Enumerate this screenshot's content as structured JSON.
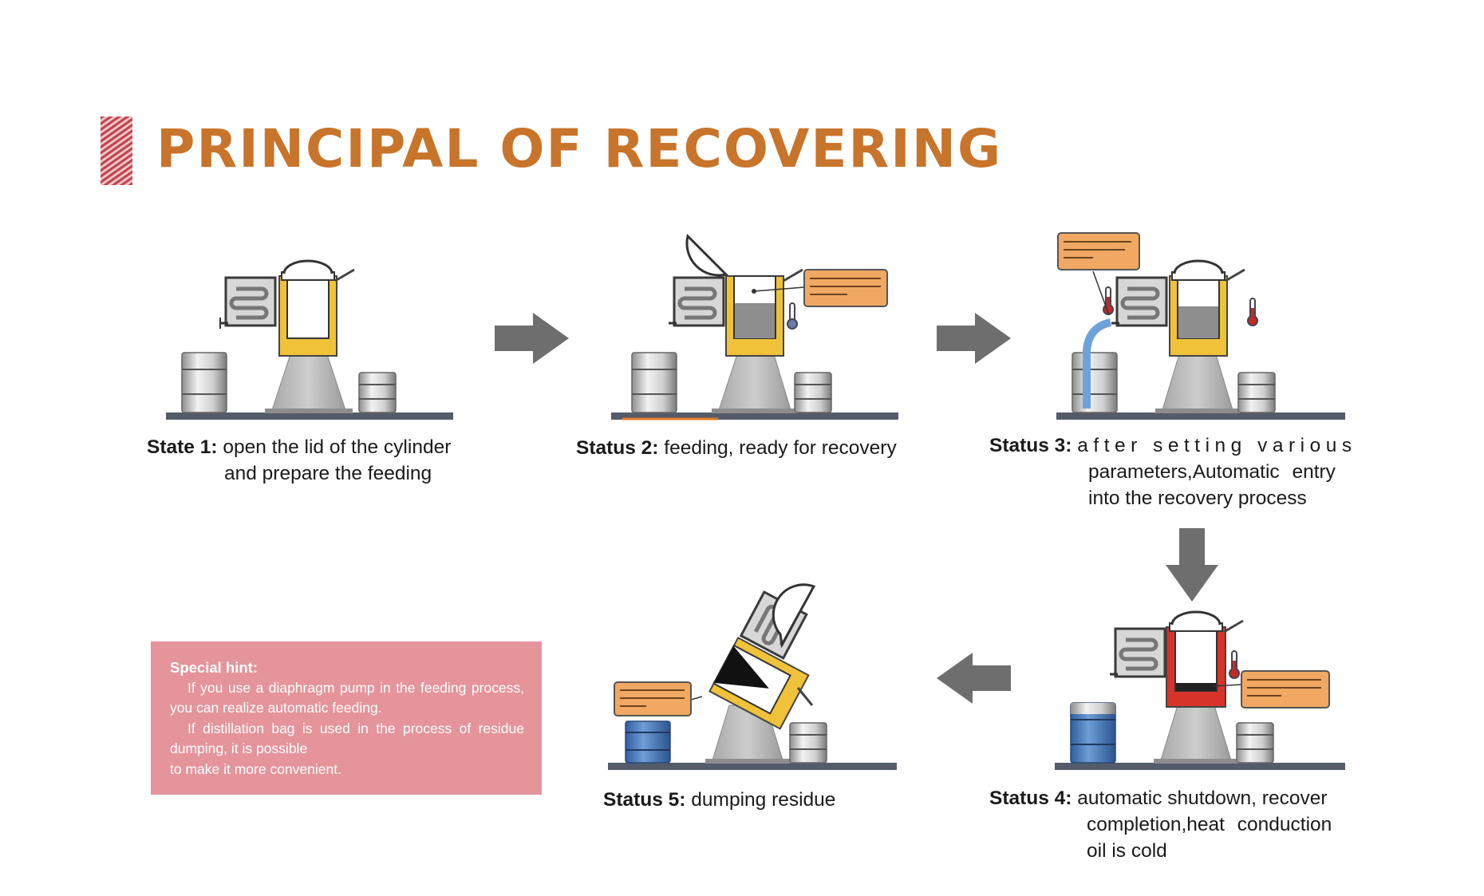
{
  "header": {
    "title": "PRINCIPAL OF RECOVERING",
    "accent_color": "#c8742b",
    "mark_color": "#c0454f"
  },
  "steps": [
    {
      "label": "State 1:",
      "lines": [
        "open the lid of the cylinder",
        "and prepare the feeding"
      ]
    },
    {
      "label": "Status 2:",
      "lines": [
        "feeding, ready for recovery"
      ]
    },
    {
      "label": "Status 3:",
      "lines": [
        "after setting various",
        "parameters,Automatic entry",
        "into the recovery process"
      ]
    },
    {
      "label": "Status 4:",
      "lines": [
        "automatic shutdown, recover",
        "completion,heat conduction",
        "oil is cold"
      ]
    },
    {
      "label": "Status 5:",
      "lines": [
        "dumping residue"
      ]
    }
  ],
  "hint": {
    "heading": "Special hint:",
    "para1": "If you use a diaphragm pump in the feeding process, you can realize automatic feeding.",
    "para2": "If distillation bag is used in the process of residue dumping, it is possible",
    "para3": "to make it more convenient."
  },
  "icons": [
    "striped-title-mark",
    "right-arrow-icon",
    "down-arrow-icon",
    "left-arrow-icon",
    "thermometer-icon"
  ],
  "colors": {
    "oil_yellow": "#f0c23a",
    "oil_red": "#d8332a",
    "label_orange": "#f0a862",
    "barrel_blue": "#4f7fbf",
    "arrow_gray": "#6e6e6e"
  }
}
